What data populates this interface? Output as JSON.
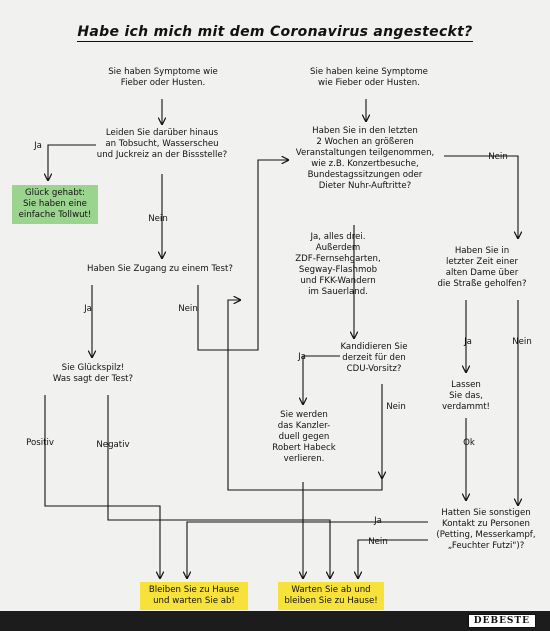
{
  "title": "Habe ich mich mit dem Coronavirus angesteckt?",
  "nodes": {
    "symptoms_yes": "Sie haben Symptome wie\nFieber oder Husten.",
    "symptoms_no": "Sie haben keine Symptome\nwie Fieber oder Husten.",
    "rabies_question": "Leiden Sie darüber hinaus\nan Tobsucht, Wasserscheu\nund Juckreiz an der Bissstelle?",
    "lucky_result": "Glück gehabt:\nSie haben eine\neinfache Tollwut!",
    "events_question": "Haben Sie in den letzten\n2 Wochen an größeren\nVeranstaltungen teilgenommen,\nwie z.B. Konzertbesuche,\nBundestagssitzungen oder\nDieter Nuhr-Auftritte?",
    "events_yes": "Ja, alles drei.\nAußerdem\nZDF-Fernsehgarten,\nSegway-Flashmob\nund FKK-Wandern\nim Sauerland.",
    "test_question": "Haben Sie Zugang zu einem Test?",
    "old_lady_question": "Haben Sie in\nletzter Zeit einer\nalten Dame über\ndie Straße geholfen?",
    "cdu_question": "Kandidieren Sie\nderzeit für den\nCDU-Vorsitz?",
    "lucky_test": "Sie Glückspilz!\nWas sagt der Test?",
    "stop_it": "Lassen\nSie das,\nverdammt!",
    "duel_loser": "Sie werden\ndas Kanzler-\nduell gegen\nRobert Habeck\nverlieren.",
    "contact_question": "Hatten Sie sonstigen\nKontakt zu Personen\n(Petting, Messerkampf,\n„Feuchter Futzi\")?",
    "stay_home": "Bleiben Sie zu Hause\nund warten Sie ab!",
    "wait_home": "Warten Sie ab und\nbleiben Sie zu Hause!"
  },
  "edge_labels": {
    "ja1": "Ja",
    "nein1": "Nein",
    "nein2": "Nein",
    "ja2": "Ja",
    "nein3": "Nein",
    "ja3": "Ja",
    "nein4": "Nein",
    "ja4": "Ja",
    "nein5": "Nein",
    "positiv": "Positiv",
    "negativ": "Negativ",
    "ok": "Ok",
    "ja5": "Ja",
    "nein6": "Nein"
  },
  "footer": {
    "brand": "DEBESTE"
  },
  "colors": {
    "green": "#9bd48f",
    "yellow": "#f7e23b",
    "ink": "#111111"
  }
}
